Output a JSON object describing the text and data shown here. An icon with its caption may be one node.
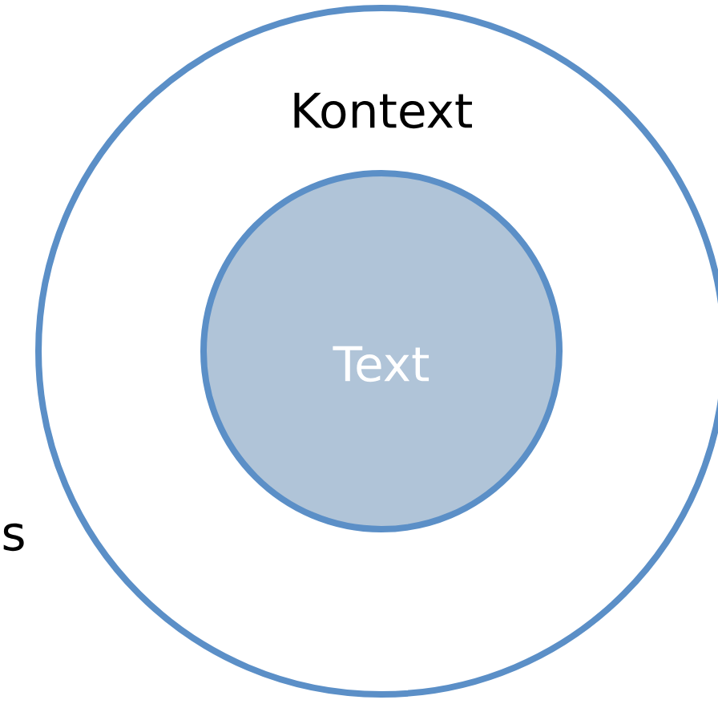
{
  "diagram": {
    "nodes": [
      {
        "text": [
          "Kontext"
        ]
      },
      {
        "text": [
          "Text"
        ],
        "in": 0
      }
    ],
    "labels": [
      "s"
    ]
  }
}
